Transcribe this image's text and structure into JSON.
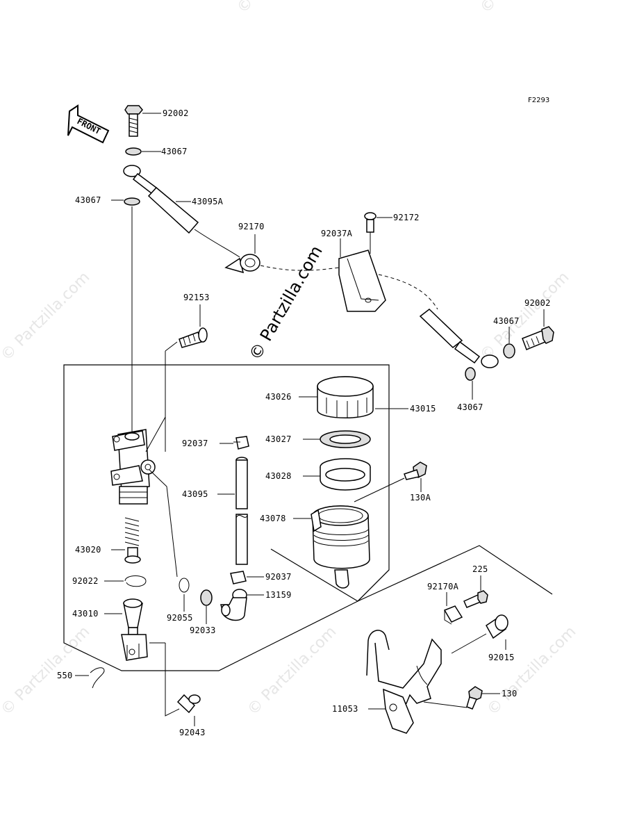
{
  "diagram_code": "F2293",
  "front_label": "FRONT",
  "watermark": "© Partzilla.com",
  "labels": {
    "p92002_top": "92002",
    "p43067_top": "43067",
    "p43067_left": "43067",
    "p43095A": "43095A",
    "p92170": "92170",
    "p92037A": "92037A",
    "p92172": "92172",
    "p92002_right": "92002",
    "p43067_right1": "43067",
    "p43067_right2": "43067",
    "p92153": "92153",
    "p43026": "43026",
    "p43015": "43015",
    "p92037_top": "92037",
    "p43027": "43027",
    "p43028": "43028",
    "p43095": "43095",
    "p130A": "130A",
    "p43078": "43078",
    "p43020": "43020",
    "p92022": "92022",
    "p92037_bot": "92037",
    "p13159": "13159",
    "p225": "225",
    "p92170A": "92170A",
    "p43010": "43010",
    "p92055": "92055",
    "p92033": "92033",
    "p92015": "92015",
    "p550": "550",
    "p130": "130",
    "p11053": "11053",
    "p92043": "92043"
  }
}
